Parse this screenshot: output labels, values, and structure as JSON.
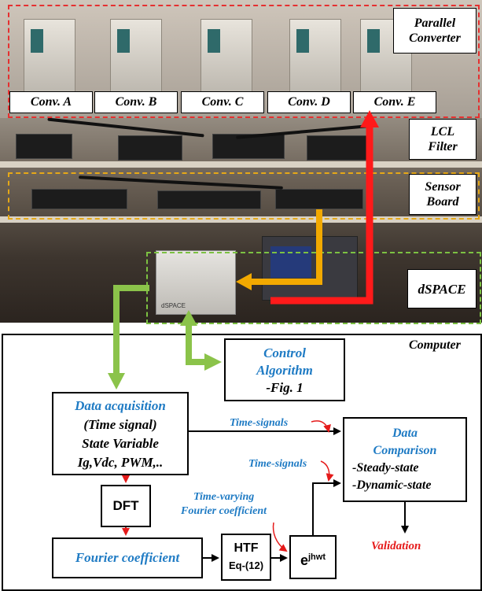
{
  "photo_labels": {
    "conv_a": "Conv. A",
    "conv_b": "Conv. B",
    "conv_c": "Conv. C",
    "conv_d": "Conv. D",
    "conv_e": "Conv. E",
    "parallel_1": "Parallel",
    "parallel_2": "Converter",
    "lcl_1": "LCL",
    "lcl_2": "Filter",
    "sensor_1": "Sensor",
    "sensor_2": "Board",
    "dspace": "dSPACE",
    "device_brand": "dSPACE"
  },
  "computer": {
    "label": "Computer",
    "control_algorithm": {
      "line1": "Control",
      "line2": "Algorithm",
      "line3": "-Fig. 1"
    },
    "data_acquisition": {
      "title": "Data acquisition",
      "line2": "(Time signal)",
      "line3": "State Variable",
      "line4": "Ig,Vdc, PWM,.."
    },
    "time_signals_1": "Time-signals",
    "time_signals_2": "Time-signals",
    "dft": "DFT",
    "time_varying_1": "Time-varying",
    "time_varying_2": "Fourier coefficient",
    "fourier_coefficient": "Fourier coefficient",
    "htf": {
      "line1": "HTF",
      "line2": "Eq-(12)"
    },
    "exponential": {
      "base": "e",
      "sup": "jhwt"
    },
    "data_comparison": {
      "line1": "Data",
      "line2": "Comparison",
      "line3": "-Steady-state",
      "line4": "-Dynamic-state"
    },
    "validation": "Validation"
  },
  "colors": {
    "red_box": "#e53030",
    "yellow_box": "#e6a817",
    "green_box": "#7cc142",
    "red_arrow": "#ff1a1a",
    "yellow_arrow": "#f2a900",
    "green_arrow": "#8bc34a",
    "blue_text": "#1f7bc4",
    "red_text": "#e51a1a"
  }
}
